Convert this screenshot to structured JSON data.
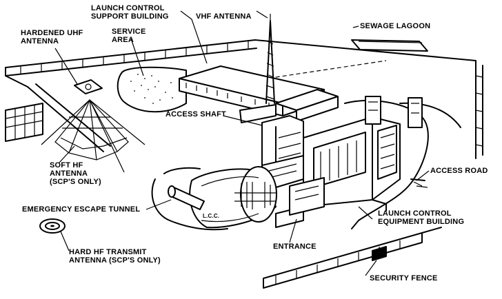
{
  "labels": {
    "launch_control_support_building_line1": "LAUNCH CONTROL",
    "launch_control_support_building_line2": "SUPPORT BUILDING",
    "vhf_antenna": "VHF ANTENNA",
    "sewage_lagoon": "SEWAGE LAGOON",
    "hardened_uhf_antenna_line1": "HARDENED UHF",
    "hardened_uhf_antenna_line2": "ANTENNA",
    "service_area_line1": "SERVICE",
    "service_area_line2": "AREA",
    "access_shaft": "ACCESS SHAFT",
    "soft_hf_antenna_line1": "SOFT HF",
    "soft_hf_antenna_line2": "ANTENNA",
    "soft_hf_antenna_line3": "(SCP'S ONLY)",
    "access_road": "ACCESS ROAD",
    "emergency_escape_tunnel": "EMERGENCY ESCAPE TUNNEL",
    "lcc": "L.C.C.",
    "launch_control_equipment_building_line1": "LAUNCH CONTROL",
    "launch_control_equipment_building_line2": "EQUIPMENT BUILDING",
    "entrance": "ENTRANCE",
    "hard_hf_transmit_antenna_line1": "HARD HF TRANSMIT",
    "hard_hf_transmit_antenna_line2": "ANTENNA (SCP'S ONLY)",
    "security_fence": "SECURITY FENCE"
  }
}
